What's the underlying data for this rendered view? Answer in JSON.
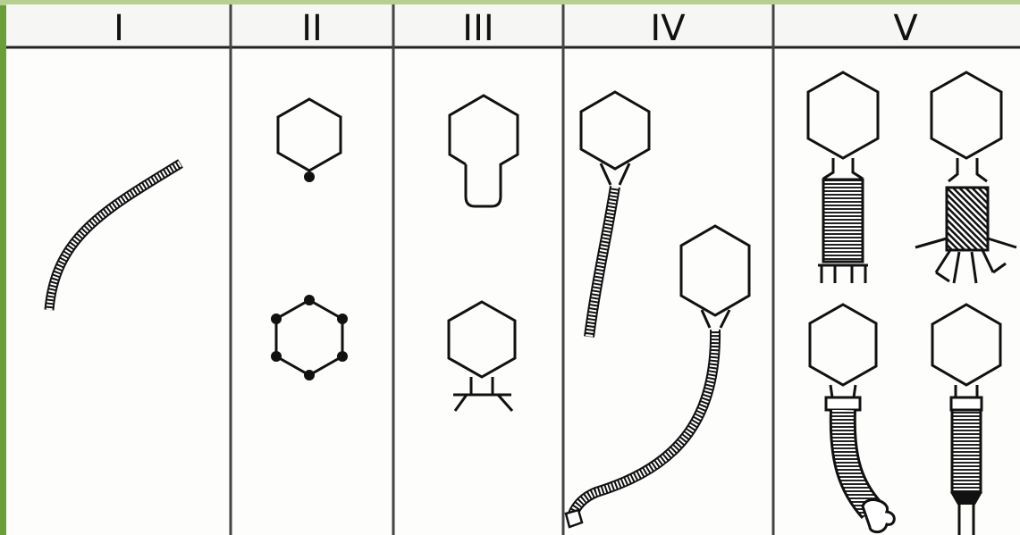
{
  "table": {
    "columns": [
      {
        "label": "I"
      },
      {
        "label": "II"
      },
      {
        "label": "III"
      },
      {
        "label": "IV"
      },
      {
        "label": "V"
      }
    ]
  },
  "colors": {
    "background_green": "#4f8a2f",
    "panel": "#fdfdfb",
    "ink": "#111111"
  }
}
